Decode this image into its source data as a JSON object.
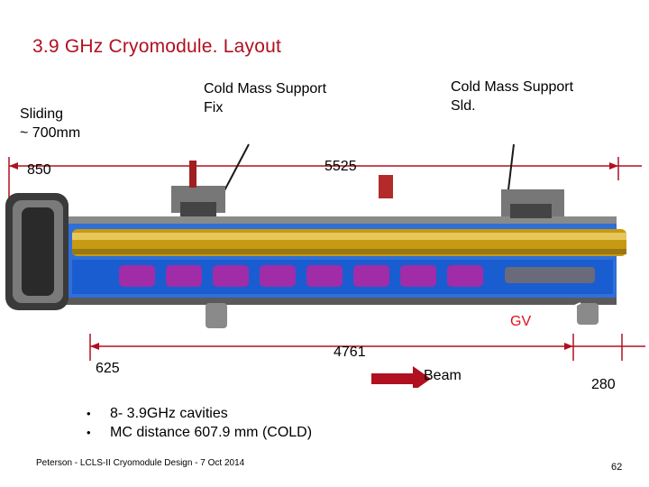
{
  "title": "3.9 GHz Cryomodule. Layout",
  "labels": {
    "sliding_line1": "Sliding",
    "sliding_line2": "~ 700mm",
    "fix_line1": "Cold Mass Support",
    "fix_line2": "Fix",
    "sld_line1": "Cold Mass Support",
    "sld_line2": "Sld.",
    "gv": "GV"
  },
  "dimensions": {
    "d850": "850",
    "d5525": "5525",
    "d625": "625",
    "d4761": "4761",
    "d280": "280",
    "beam": "Beam"
  },
  "bullets": [
    "8- 3.9GHz cavities",
    "MC distance 607.9 mm (COLD)"
  ],
  "footer": "Peterson - LCLS-II Cryomodule Design - 7 Oct 2014",
  "page_number": "62",
  "colors": {
    "title": "#b01020",
    "arrow": "#b01020",
    "gv": "#e0101a",
    "vessel_blue": "#1e6fe0",
    "cavity_purple": "#b02cb0",
    "gold_pipe": "#c9a010"
  }
}
